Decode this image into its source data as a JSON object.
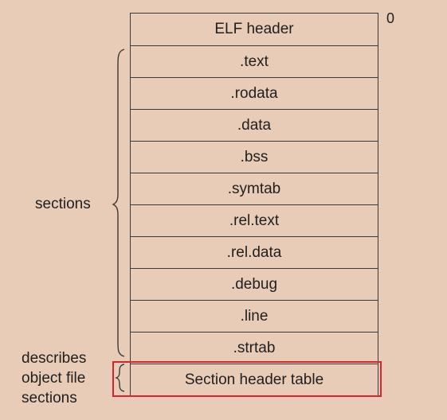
{
  "offset_label": "0",
  "rows": [
    ".text",
    ".rodata",
    ".data",
    ".bss",
    ".symtab",
    ".rel.text",
    ".rel.data",
    ".debug",
    ".line",
    ".strtab",
    "Section header table"
  ],
  "header_row": "ELF header",
  "labels": {
    "sections": "sections",
    "describes_line1": "describes",
    "describes_line2": "object file",
    "describes_line3": "sections"
  },
  "colors": {
    "background": "#e9ccb8",
    "highlight": "#d9232d",
    "lines": "#3a3a3a"
  }
}
